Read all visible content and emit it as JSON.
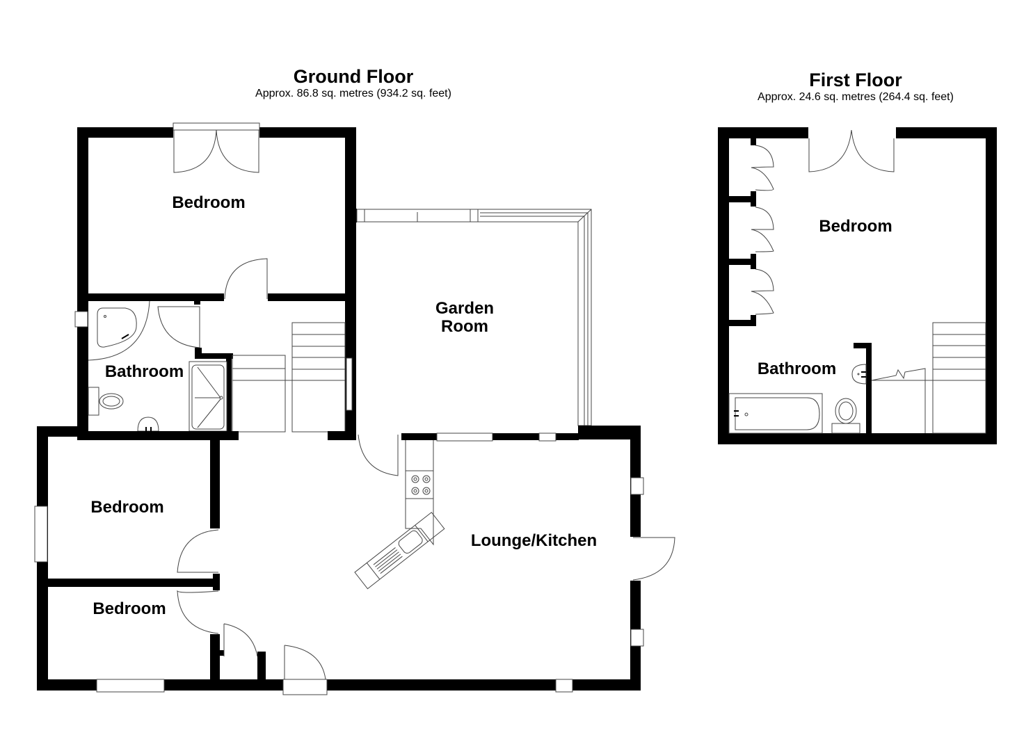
{
  "floors": [
    {
      "id": "ground",
      "title": "Ground Floor",
      "area": "Approx. 86.8 sq. metres (934.2 sq. feet)",
      "rooms": [
        {
          "label": "Bedroom"
        },
        {
          "label": "Bathroom"
        },
        {
          "label": "Garden Room"
        },
        {
          "label": "Bedroom"
        },
        {
          "label": "Bedroom"
        },
        {
          "label": "Lounge/Kitchen"
        }
      ]
    },
    {
      "id": "first",
      "title": "First Floor",
      "area": "Approx. 24.6 sq. metres (264.4 sq. feet)",
      "rooms": [
        {
          "label": "Bedroom"
        },
        {
          "label": "Bathroom"
        }
      ]
    }
  ],
  "colors": {
    "wall": "#000000",
    "fixture_line": "#444444",
    "background": "#ffffff"
  }
}
